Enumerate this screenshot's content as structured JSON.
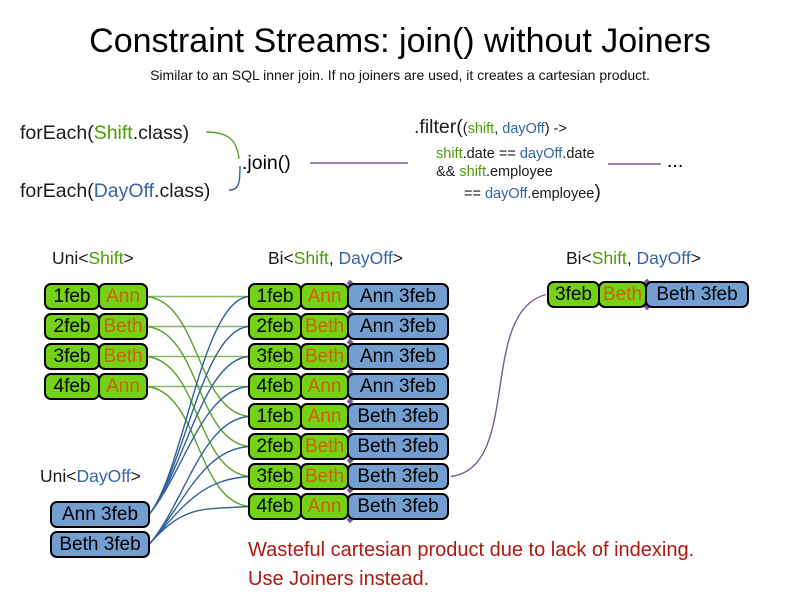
{
  "title": "Constraint Streams: join() without Joiners",
  "subtitle": "Similar to an SQL inner join. If no joiners are used, it creates a cartesian product.",
  "colors": {
    "green_text": "#4c9b06",
    "blue_text": "#3465a4",
    "orange_text": "#d2600a",
    "red_text": "#b01712",
    "purple": "#7a5a96",
    "line_green": "#5ca12d",
    "line_blue": "#31629b",
    "cell_green": "#73d216",
    "cell_blue": "#729fcf"
  },
  "code": {
    "foreach_shift": [
      {
        "t": "forEach(",
        "c": "k"
      },
      {
        "t": "Shift",
        "c": "g"
      },
      {
        "t": ".class)",
        "c": "k"
      }
    ],
    "foreach_dayoff": [
      {
        "t": "forEach(",
        "c": "k"
      },
      {
        "t": "DayOff",
        "c": "b"
      },
      {
        "t": ".class)",
        "c": "k"
      }
    ],
    "join_label": ".join()",
    "filter_line1": [
      {
        "t": ".filter(",
        "c": "k",
        "big": 1
      },
      {
        "t": "(",
        "c": "k"
      },
      {
        "t": "shift",
        "c": "g"
      },
      {
        "t": ", ",
        "c": "k"
      },
      {
        "t": "dayOff",
        "c": "b"
      },
      {
        "t": ") ->",
        "c": "k"
      }
    ],
    "filter_line2": [
      {
        "t": "shift",
        "c": "g"
      },
      {
        "t": ".date == ",
        "c": "k"
      },
      {
        "t": "dayOff",
        "c": "b"
      },
      {
        "t": ".date",
        "c": "k"
      }
    ],
    "filter_line3": [
      {
        "t": "&& ",
        "c": "k"
      },
      {
        "t": "shift",
        "c": "g"
      },
      {
        "t": ".employee",
        "c": "k"
      }
    ],
    "filter_line4": [
      {
        "t": "== ",
        "c": "k"
      },
      {
        "t": "dayOff",
        "c": "b"
      },
      {
        "t": ".employee",
        "c": "k"
      },
      {
        "t": ")",
        "c": "k",
        "big": 1
      }
    ],
    "ellipsis": "..."
  },
  "labels": {
    "uni_shift": [
      {
        "t": "Uni<",
        "c": "k"
      },
      {
        "t": "Shift",
        "c": "g"
      },
      {
        "t": ">",
        "c": "k"
      }
    ],
    "bi_mid": [
      {
        "t": "Bi<",
        "c": "k"
      },
      {
        "t": "Shift",
        "c": "g"
      },
      {
        "t": ", ",
        "c": "k"
      },
      {
        "t": "DayOff",
        "c": "b"
      },
      {
        "t": ">",
        "c": "k"
      }
    ],
    "bi_right": [
      {
        "t": "Bi<",
        "c": "k"
      },
      {
        "t": "Shift",
        "c": "g"
      },
      {
        "t": ", ",
        "c": "k"
      },
      {
        "t": "DayOff",
        "c": "b"
      },
      {
        "t": ">",
        "c": "k"
      }
    ],
    "uni_dayoff": [
      {
        "t": "Uni<",
        "c": "k"
      },
      {
        "t": "DayOff",
        "c": "b"
      },
      {
        "t": ">",
        "c": "k"
      }
    ]
  },
  "tables": {
    "shift": {
      "rows": [
        [
          "1feb",
          "Ann"
        ],
        [
          "2feb",
          "Beth"
        ],
        [
          "3feb",
          "Beth"
        ],
        [
          "4feb",
          "Ann"
        ]
      ]
    },
    "dayoff": {
      "rows": [
        "Ann 3feb",
        "Beth 3feb"
      ]
    },
    "cartesian": {
      "rows": [
        [
          "1feb",
          "Ann",
          "Ann 3feb"
        ],
        [
          "2feb",
          "Beth",
          "Ann 3feb"
        ],
        [
          "3feb",
          "Beth",
          "Ann 3feb"
        ],
        [
          "4feb",
          "Ann",
          "Ann 3feb"
        ],
        [
          "1feb",
          "Ann",
          "Beth 3feb"
        ],
        [
          "2feb",
          "Beth",
          "Beth 3feb"
        ],
        [
          "3feb",
          "Beth",
          "Beth 3feb"
        ],
        [
          "4feb",
          "Ann",
          "Beth 3feb"
        ]
      ]
    },
    "joined": {
      "rows": [
        [
          "3feb",
          "Beth",
          "Beth 3feb"
        ]
      ]
    }
  },
  "warning": {
    "line1": "Wasteful cartesian product due to lack of indexing.",
    "line2": "Use Joiners instead."
  }
}
